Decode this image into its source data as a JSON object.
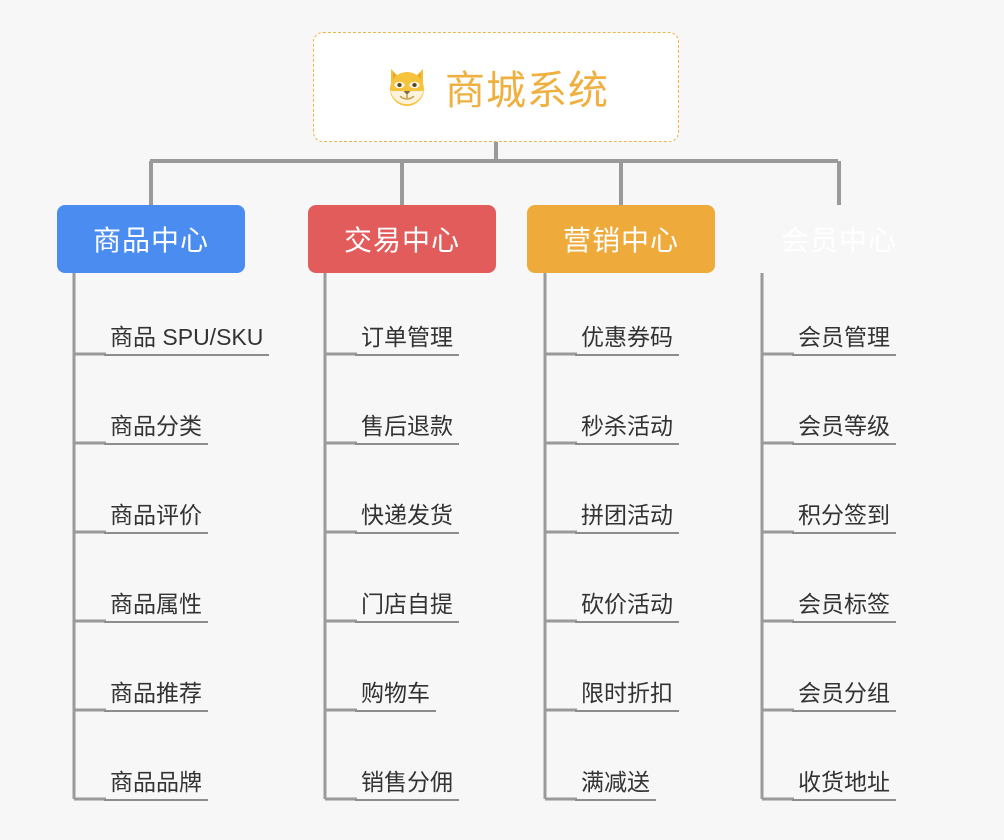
{
  "page": {
    "background_color": "#f7f7f7",
    "type": "mindmap"
  },
  "root": {
    "title": "商城系统",
    "icon": "shiba-dog-face-icon",
    "border_color": "#eeb44a",
    "text_color": "#f0b040",
    "background_color": "#ffffff"
  },
  "connector": {
    "color": "#9a9a9a"
  },
  "categories": [
    {
      "label": "商品中心",
      "color": "#4a8cf0",
      "items": [
        "商品 SPU/SKU",
        "商品分类",
        "商品评价",
        "商品属性",
        "商品推荐",
        "商品品牌"
      ]
    },
    {
      "label": "交易中心",
      "color": "#e25c5c",
      "items": [
        "订单管理",
        "售后退款",
        "快递发货",
        "门店自提",
        "购物车",
        "销售分佣"
      ]
    },
    {
      "label": "营销中心",
      "color": "#eeab3c",
      "items": [
        "优惠券码",
        "秒杀活动",
        "拼团活动",
        "砍价活动",
        "限时折扣",
        "满减送"
      ]
    },
    {
      "label": "会员中心",
      "color": "#79c council",
      "items": [
        "会员管理",
        "会员等级",
        "积分签到",
        "会员标签",
        "会员分组",
        "收货地址"
      ]
    }
  ]
}
